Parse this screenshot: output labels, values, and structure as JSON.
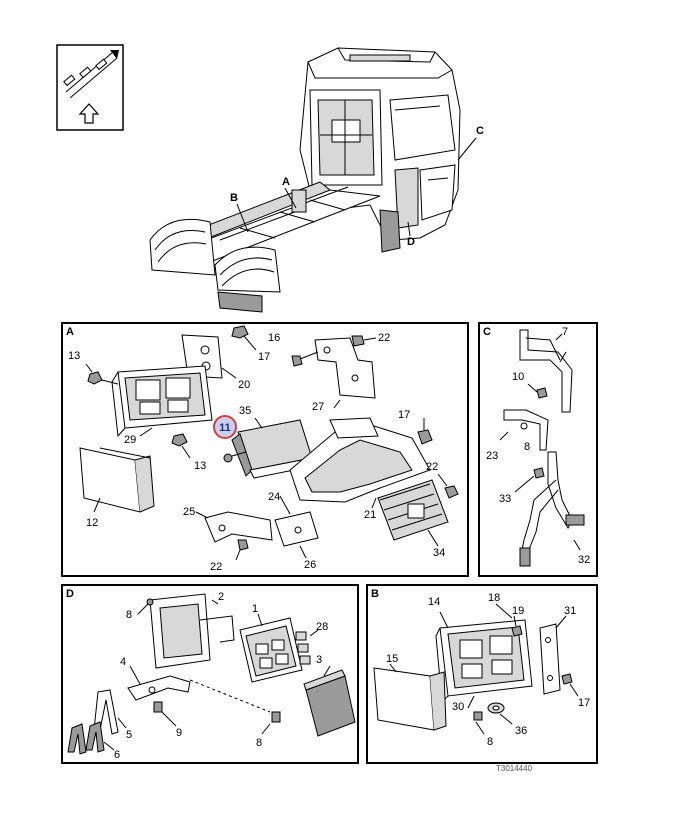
{
  "footer_code": "T3014440",
  "overview": {
    "callouts": [
      "A",
      "B",
      "C",
      "D"
    ]
  },
  "panels": {
    "A": {
      "letter": "A",
      "labels": {
        "l13a": "13",
        "l17a": "17",
        "l20": "20",
        "l16": "16",
        "l22a": "22",
        "l27": "27",
        "l29": "29",
        "l11": "11",
        "l35": "35",
        "l13b": "13",
        "l17b": "17",
        "l22b": "22",
        "l12": "12",
        "l24": "24",
        "l21": "21",
        "l25": "25",
        "l26": "26",
        "l22c": "22",
        "l34": "34"
      },
      "highlighted": "11"
    },
    "C": {
      "letter": "C",
      "labels": {
        "l7": "7",
        "l10": "10",
        "l23": "23",
        "l33": "33",
        "l8": "8",
        "l32": "32"
      }
    },
    "D": {
      "letter": "D",
      "labels": {
        "l8a": "8",
        "l2": "2",
        "l1": "1",
        "l28": "28",
        "l3": "3",
        "l4": "4",
        "l5": "5",
        "l9": "9",
        "l6": "6",
        "l8b": "8"
      }
    },
    "B": {
      "letter": "B",
      "labels": {
        "l14": "14",
        "l18": "18",
        "l19": "19",
        "l31": "31",
        "l15": "15",
        "l17": "17",
        "l30": "30",
        "l8": "8",
        "l36": "36"
      }
    }
  },
  "colors": {
    "highlight_fill": "#c8cff0",
    "highlight_ring": "#d24040"
  },
  "icons": [
    "view-direction-icon",
    "arrow-up-icon"
  ]
}
